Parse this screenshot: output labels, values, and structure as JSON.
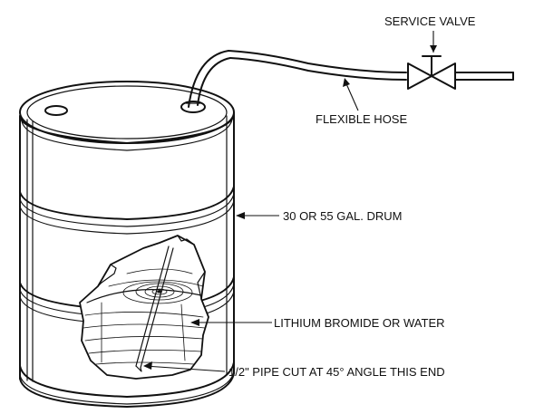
{
  "labels": {
    "service_valve": "SERVICE VALVE",
    "flexible_hose": "FLEXIBLE HOSE",
    "drum": "30 OR 55 GAL. DRUM",
    "liquid": "LITHIUM BROMIDE OR WATER",
    "pipe": "1/2\" PIPE CUT AT 45° ANGLE THIS END"
  },
  "colors": {
    "ink": "#111111",
    "background": "#ffffff"
  }
}
